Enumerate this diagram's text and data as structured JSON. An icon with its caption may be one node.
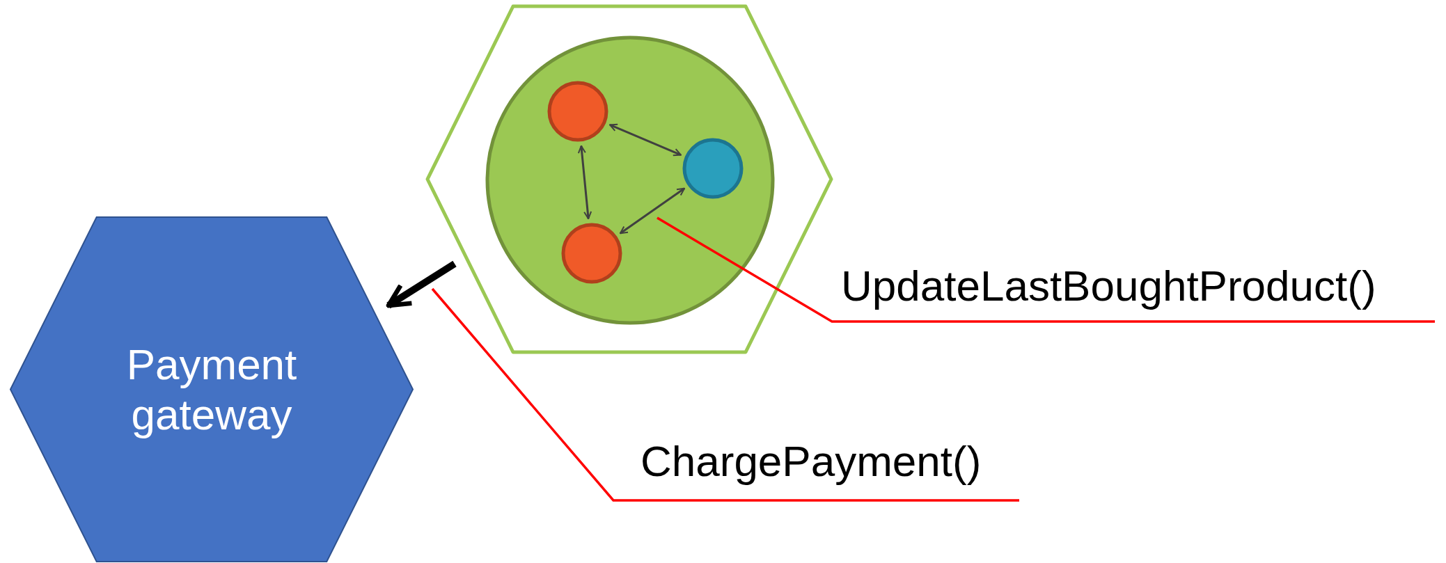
{
  "diagram": {
    "nodes": [
      {
        "text": [],
        "shape": "hexagon"
      },
      {
        "text": [],
        "shape": "circle",
        "in": 0
      },
      {
        "text": [],
        "shape": "circle",
        "in": 1
      },
      {
        "text": [],
        "shape": "circle",
        "in": 1
      },
      {
        "text": [],
        "shape": "circle",
        "in": 1
      },
      {
        "text": [
          "Payment gateway"
        ]
      },
      {
        "text": [
          "UpdateLastBoughtProduct()"
        ]
      },
      {
        "text": [
          "ChargePayment()"
        ]
      }
    ],
    "edges": [
      {
        "from": 2,
        "to": 3,
        "arrow": "both"
      },
      {
        "from": 2,
        "to": 4,
        "arrow": "both"
      },
      {
        "from": 4,
        "to": 3,
        "arrow": "both"
      },
      {
        "from": 0,
        "to": 5,
        "arrow": "to",
        "style": "thick"
      },
      {
        "from": 6,
        "to": null,
        "arrow": "none",
        "color": "#ff0000"
      },
      {
        "from": 7,
        "to": null,
        "arrow": "none",
        "color": "#ff0000"
      }
    ]
  }
}
